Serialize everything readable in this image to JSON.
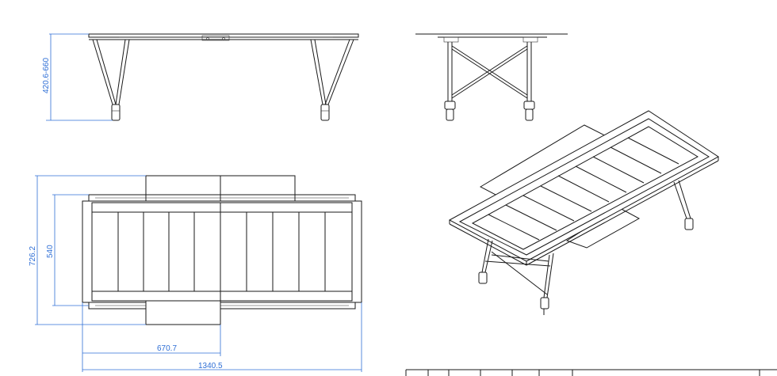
{
  "colors": {
    "line": "#1a1a1a",
    "dimension": "#2f6fd6",
    "background": "#ffffff"
  },
  "dimensions": {
    "height_range": "420.6-660",
    "depth_extended": "726.2",
    "depth_table": "540",
    "half_length": "670.7",
    "full_length": "1340.5"
  }
}
